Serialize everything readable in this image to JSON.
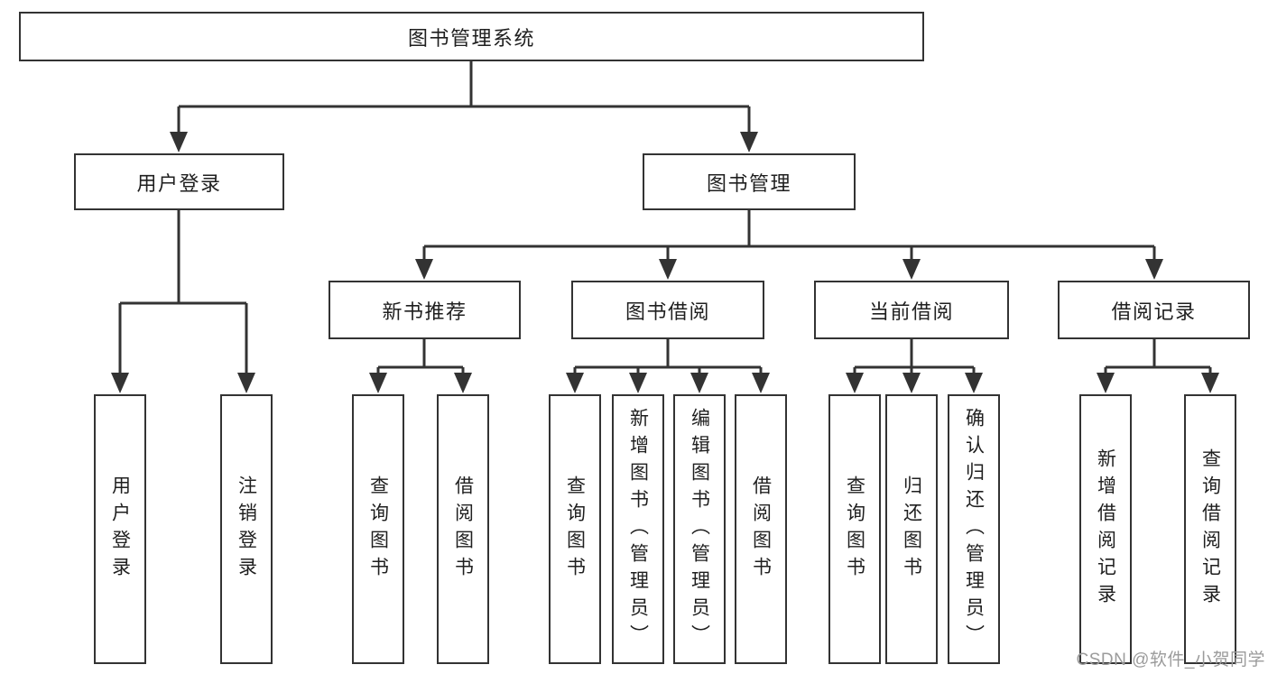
{
  "tree": {
    "label": "图书管理系统",
    "children": [
      {
        "label": "用户登录",
        "children": [
          {
            "label": "用户登录"
          },
          {
            "label": "注销登录"
          }
        ]
      },
      {
        "label": "图书管理",
        "children": [
          {
            "label": "新书推荐",
            "children": [
              {
                "label": "查询图书"
              },
              {
                "label": "借阅图书"
              }
            ]
          },
          {
            "label": "图书借阅",
            "children": [
              {
                "label": "查询图书"
              },
              {
                "label": "新增图书（管理员）"
              },
              {
                "label": "编辑图书（管理员）"
              },
              {
                "label": "借阅图书"
              }
            ]
          },
          {
            "label": "当前借阅",
            "children": [
              {
                "label": "查询图书"
              },
              {
                "label": "归还图书"
              },
              {
                "label": "确认归还（管理员）"
              }
            ]
          },
          {
            "label": "借阅记录",
            "children": [
              {
                "label": "新增借阅记录"
              },
              {
                "label": "查询借阅记录"
              }
            ]
          }
        ]
      }
    ]
  },
  "watermark": "CSDN @软件_小贺同学",
  "colors": {
    "line": "#333333",
    "box_border": "#333333",
    "text": "#1f1f1f",
    "watermark": "#9b9b9b"
  }
}
